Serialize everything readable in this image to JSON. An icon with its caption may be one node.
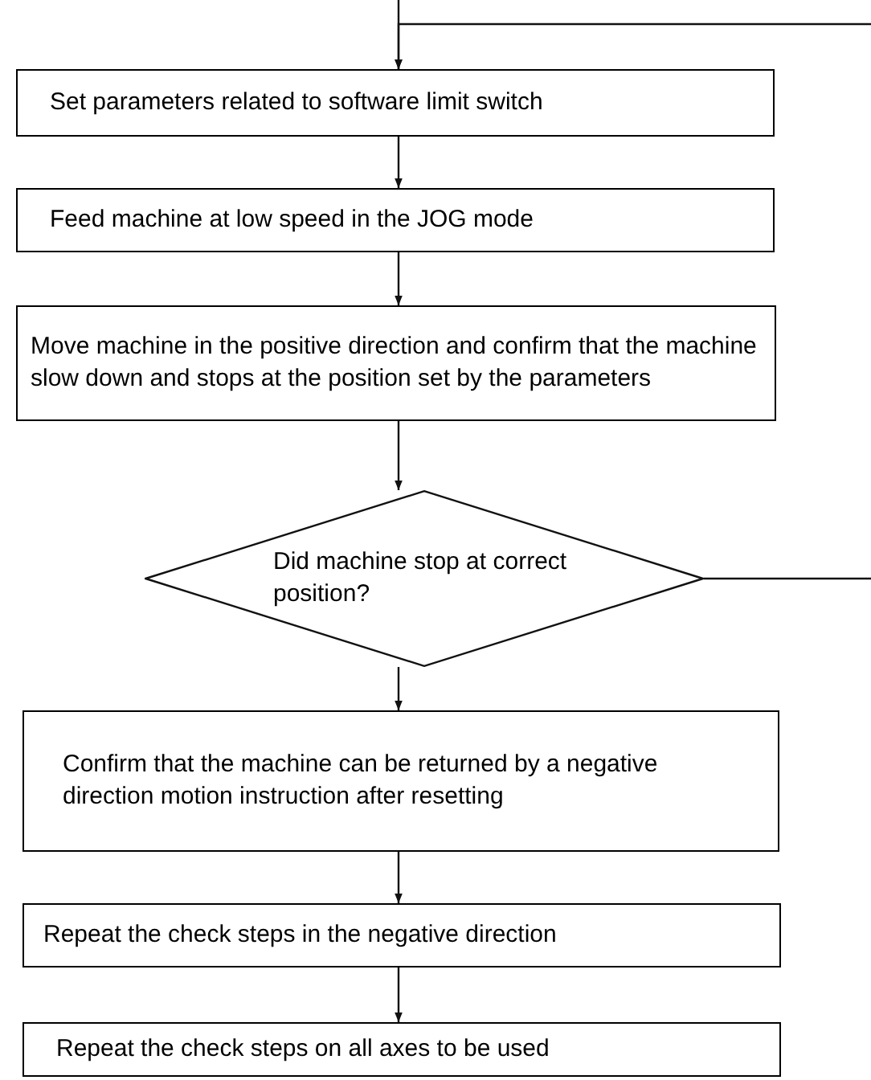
{
  "diagram": {
    "nodes": [
      {
        "text": [
          "Set parameters related to software limit switch"
        ]
      },
      {
        "text": [
          "Feed machine at low speed in the JOG mode"
        ]
      },
      {
        "text": [
          "Move machine in the positive direction and confirm that the machine slow down and stops at the position set by the parameters"
        ]
      },
      {
        "text": [
          "Did machine stop at correct position?"
        ]
      },
      {
        "text": [
          "Confirm that the machine can be returned by a negative direction motion instruction after resetting"
        ]
      },
      {
        "text": [
          "Repeat the check steps in the negative direction"
        ]
      },
      {
        "text": [
          "Repeat the check steps on all axes to be used"
        ]
      }
    ],
    "edges": [
      {
        "from": null,
        "to": 0,
        "arrow": "to"
      },
      {
        "from": null,
        "to": 0,
        "arrow": "to"
      },
      {
        "from": 0,
        "to": 1,
        "arrow": "to"
      },
      {
        "from": 1,
        "to": 2,
        "arrow": "to"
      },
      {
        "from": 2,
        "to": 3,
        "arrow": "to"
      },
      {
        "from": 3,
        "to": 4,
        "arrow": "to"
      },
      {
        "from": 4,
        "to": 5,
        "arrow": "to"
      },
      {
        "from": 5,
        "to": 6,
        "arrow": "to"
      },
      {
        "from": 3,
        "to": null,
        "arrow": "none"
      }
    ]
  }
}
